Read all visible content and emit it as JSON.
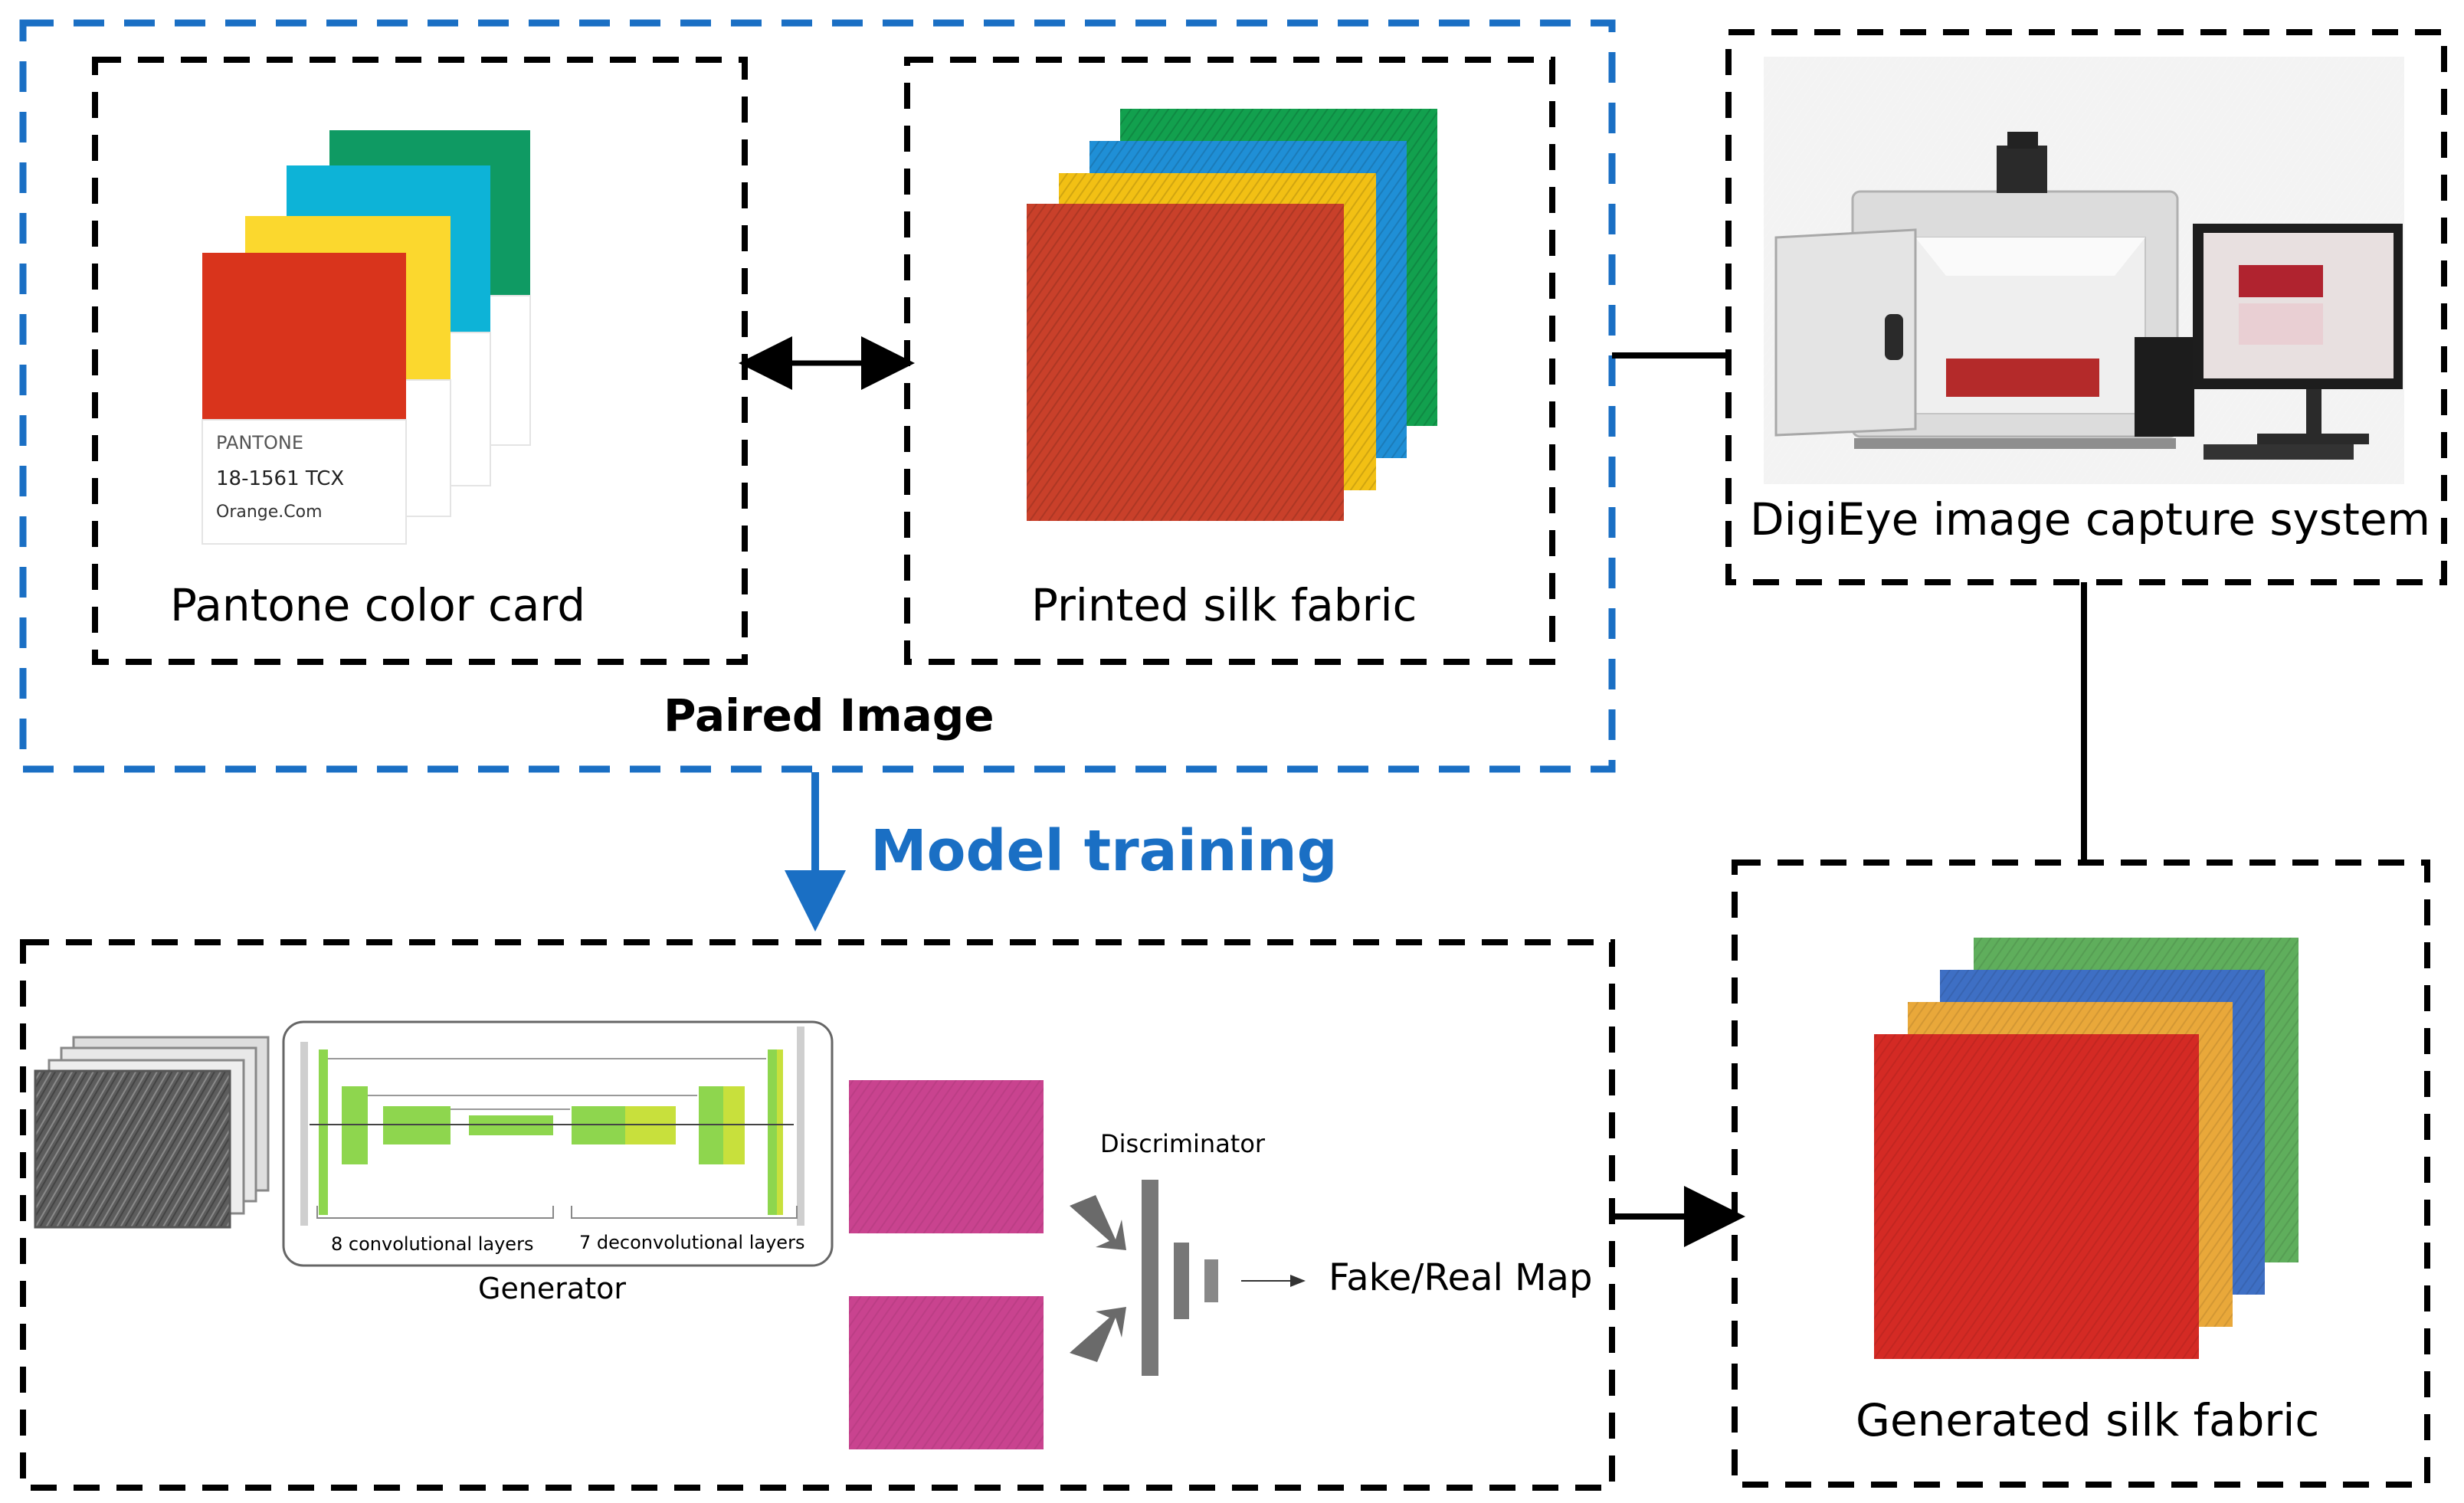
{
  "figure": {
    "pantone_card": {
      "caption": "Pantone color card",
      "brand": "PANTONE",
      "code": "18-1561 TCX",
      "name": "Orange.Com"
    },
    "printed_fabric": {
      "caption": "Printed silk fabric"
    },
    "paired_group": {
      "caption": "Paired Image"
    },
    "digieye": {
      "caption": "DigiEye image capture system"
    },
    "training_arrow": {
      "caption": "Model training"
    },
    "network": {
      "generator_caption": "Generator",
      "encoder_caption": "8 convolutional layers",
      "decoder_caption": "7 deconvolutional layers",
      "discriminator_caption": "Discriminator",
      "output_caption": "Fake/Real Map"
    },
    "generated_fabric": {
      "caption": "Generated silk fabric"
    }
  },
  "colors": {
    "group_border_blue": "#1a6fc4",
    "label_blue": "#1a6fc4",
    "fabric_red": "#c9402a",
    "fabric_yellow": "#f2c014",
    "fabric_blue": "#1f8fd6",
    "fabric_green": "#12a04e",
    "card_red": "#d9341c",
    "card_yellow": "#fbd82e",
    "card_cyan": "#0db3d7",
    "card_green": "#0f9a63",
    "gen_red": "#d42a24",
    "gen_orange": "#e9a83a",
    "gen_blue": "#3e6fc4",
    "gen_green": "#5fae5c",
    "layer_green": "#8ed64e",
    "layer_lime": "#c8e03c",
    "magenta": "#c9438f",
    "grey_texture": "#6c6c6c"
  }
}
